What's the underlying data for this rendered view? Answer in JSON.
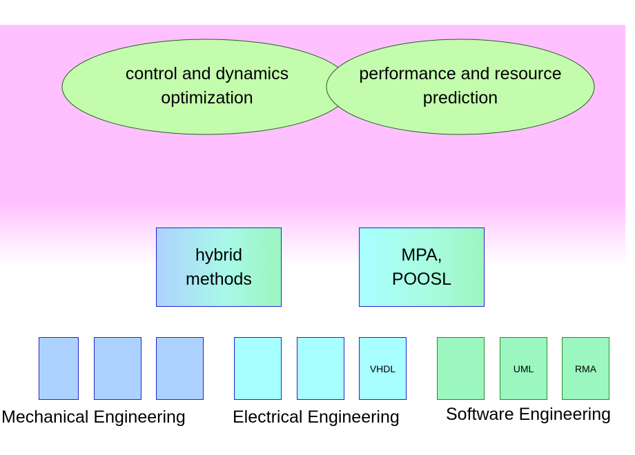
{
  "ellipses": [
    {
      "id": "control",
      "label": "control and dynamics\noptimization"
    },
    {
      "id": "performance",
      "label": "performance and resource\nprediction"
    }
  ],
  "methods": [
    {
      "id": "hybrid",
      "label": "hybrid\nmethods"
    },
    {
      "id": "mpa",
      "label": "MPA,\nPOOSL"
    }
  ],
  "disciplines": {
    "mechanical": {
      "label": "Mechanical Engineering",
      "boxes": [
        "",
        "",
        ""
      ]
    },
    "electrical": {
      "label": "Electrical Engineering",
      "boxes": [
        "",
        "",
        "VHDL"
      ]
    },
    "software": {
      "label": "Software Engineering",
      "boxes": [
        "",
        "UML",
        "RMA"
      ]
    }
  },
  "colors": {
    "band": "#ffc0ff",
    "ellipse_fill": "#c4fcae",
    "mechanical": "#aed2ff",
    "electrical": "#a8ffff",
    "software": "#9cf6c0"
  }
}
